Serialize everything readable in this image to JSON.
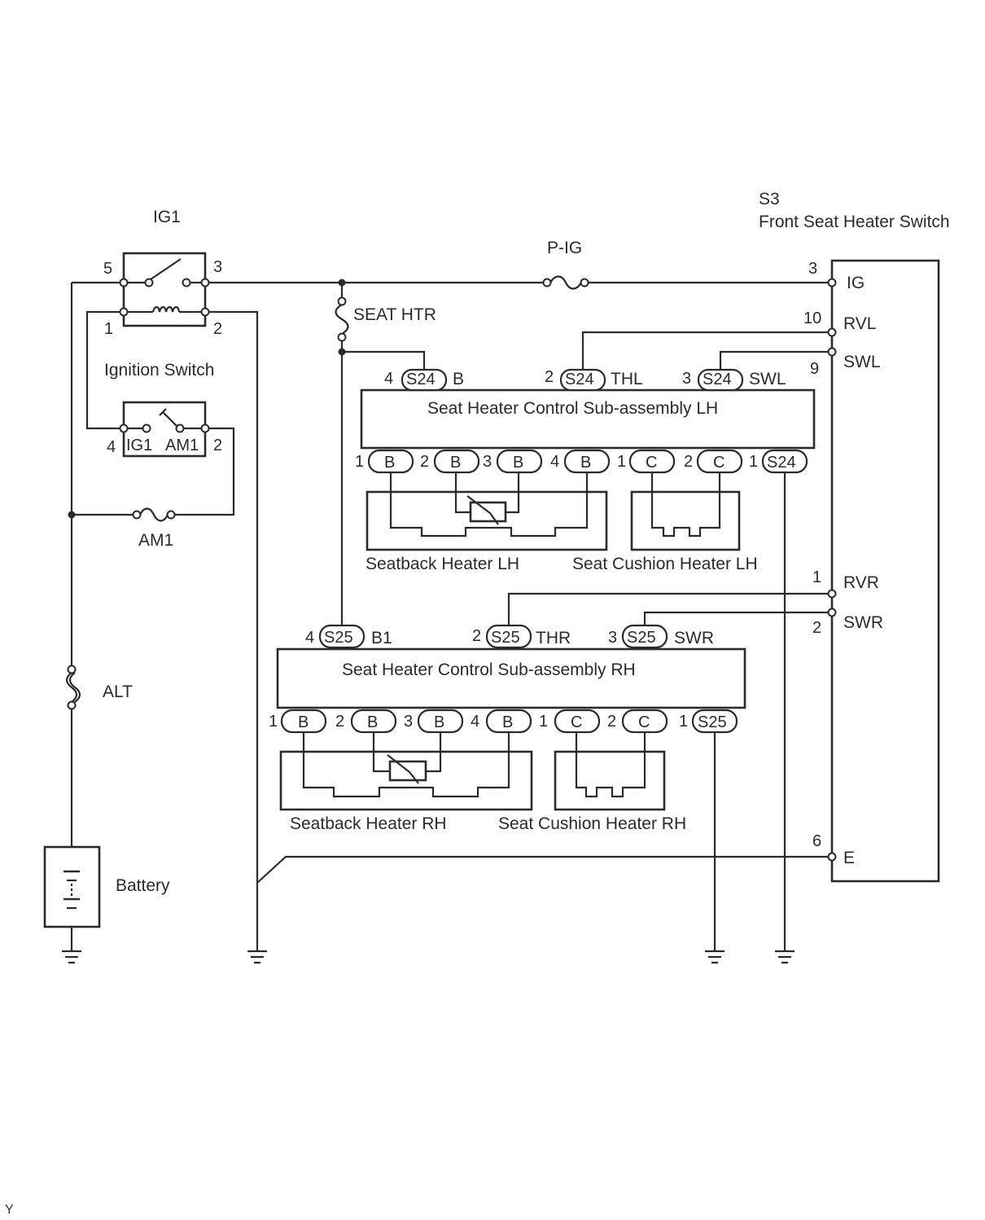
{
  "ig1_label": "IG1",
  "s3": {
    "code": "S3",
    "name": "Front Seat Heater Switch",
    "pins": {
      "ig": "IG",
      "rvl": "RVL",
      "swl": "SWL",
      "rvr": "RVR",
      "swr": "SWR",
      "e": "E"
    },
    "pin_numbers": {
      "ig": "3",
      "rvl": "10",
      "swl": "9",
      "rvr": "1",
      "swr": "2",
      "e": "6"
    }
  },
  "fuses": {
    "p_ig": "P-IG",
    "seat_htr": "SEAT HTR",
    "am1": "AM1",
    "alt": "ALT"
  },
  "ignition_switch": {
    "name": "Ignition Switch",
    "relay_pins": {
      "p5": "5",
      "p3": "3",
      "p1": "1",
      "p2": "2"
    },
    "contact_labels": {
      "ig1": "IG1",
      "am1": "AM1"
    },
    "contact_pins": {
      "p4": "4",
      "p2": "2"
    }
  },
  "battery": "Battery",
  "lh": {
    "name": "Seat Heater Control Sub-assembly LH",
    "top": [
      {
        "pin": "4",
        "code": "S24",
        "sig": "B"
      },
      {
        "pin": "2",
        "code": "S24",
        "sig": "THL"
      },
      {
        "pin": "3",
        "code": "S24",
        "sig": "SWL"
      }
    ],
    "bottom": [
      {
        "pin": "1",
        "code": "B"
      },
      {
        "pin": "2",
        "code": "B"
      },
      {
        "pin": "3",
        "code": "B"
      },
      {
        "pin": "4",
        "code": "B"
      },
      {
        "pin": "1",
        "code": "C"
      },
      {
        "pin": "2",
        "code": "C"
      },
      {
        "pin": "1",
        "code": "S24"
      }
    ],
    "seatback": "Seatback Heater LH",
    "cushion": "Seat Cushion Heater LH"
  },
  "rh": {
    "name": "Seat Heater Control Sub-assembly RH",
    "top": [
      {
        "pin": "4",
        "code": "S25",
        "sig": "B1"
      },
      {
        "pin": "2",
        "code": "S25",
        "sig": "THR"
      },
      {
        "pin": "3",
        "code": "S25",
        "sig": "SWR"
      }
    ],
    "bottom": [
      {
        "pin": "1",
        "code": "B"
      },
      {
        "pin": "2",
        "code": "B"
      },
      {
        "pin": "3",
        "code": "B"
      },
      {
        "pin": "4",
        "code": "B"
      },
      {
        "pin": "1",
        "code": "C"
      },
      {
        "pin": "2",
        "code": "C"
      },
      {
        "pin": "1",
        "code": "S25"
      }
    ],
    "seatback": "Seatback Heater RH",
    "cushion": "Seat Cushion Heater RH"
  },
  "footer_mark": "Y"
}
